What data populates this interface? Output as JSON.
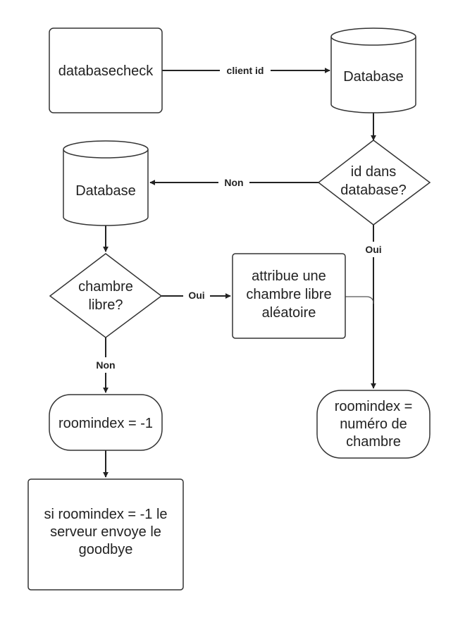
{
  "nodes": {
    "databasecheck": [
      "databasecheck"
    ],
    "database_top": [
      "Database"
    ],
    "id_check": [
      "id dans",
      "database?"
    ],
    "database_left": [
      "Database"
    ],
    "chambre_libre": [
      "chambre",
      "libre?"
    ],
    "attribue": [
      "attribue une",
      "chambre libre",
      "aléatoire"
    ],
    "roomindex_minus": [
      "roomindex = -1"
    ],
    "roomindex_num": [
      "roomindex =",
      "numéro de",
      "chambre"
    ],
    "serveur": [
      "si roomindex = -1 le",
      "serveur envoye le",
      "goodbye"
    ]
  },
  "edges": {
    "client_id": "client id",
    "non_top": "Non",
    "oui_right": "Oui",
    "oui_mid": "Oui",
    "non_bottom": "Non"
  }
}
